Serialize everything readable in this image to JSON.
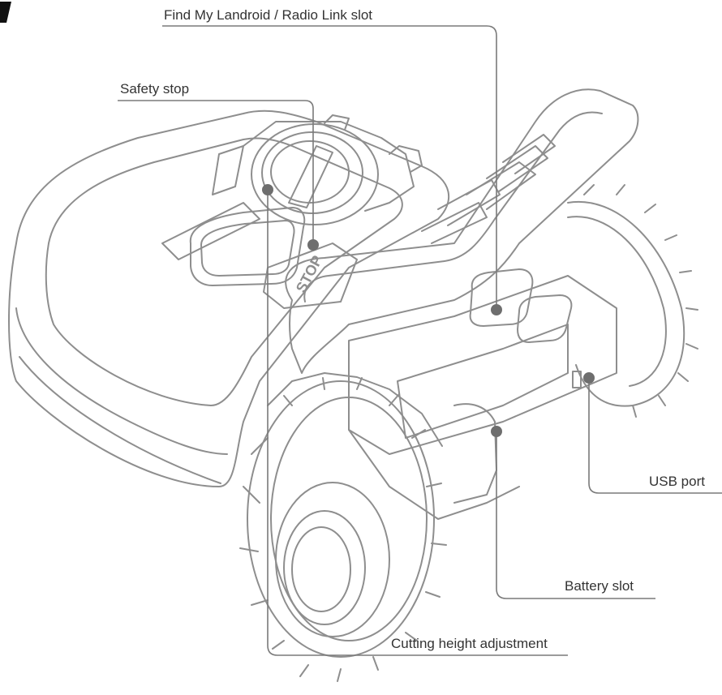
{
  "diagram": {
    "subject": "robotic lawn mower (Landroid) exploded-outline view",
    "labels": {
      "radio_link": "Find My Landroid / Radio Link slot",
      "safety_stop": "Safety stop",
      "usb_port": "USB port",
      "battery_slot": "Battery slot",
      "cutting_height": "Cutting height adjustment"
    },
    "stop_button_text": "STOP",
    "colors": {
      "outline": "#8a8a8a",
      "leader": "#7a7a7a",
      "dot": "#6e6e6e",
      "text": "#333333",
      "background": "#ffffff",
      "corner_mark": "#111111"
    }
  }
}
